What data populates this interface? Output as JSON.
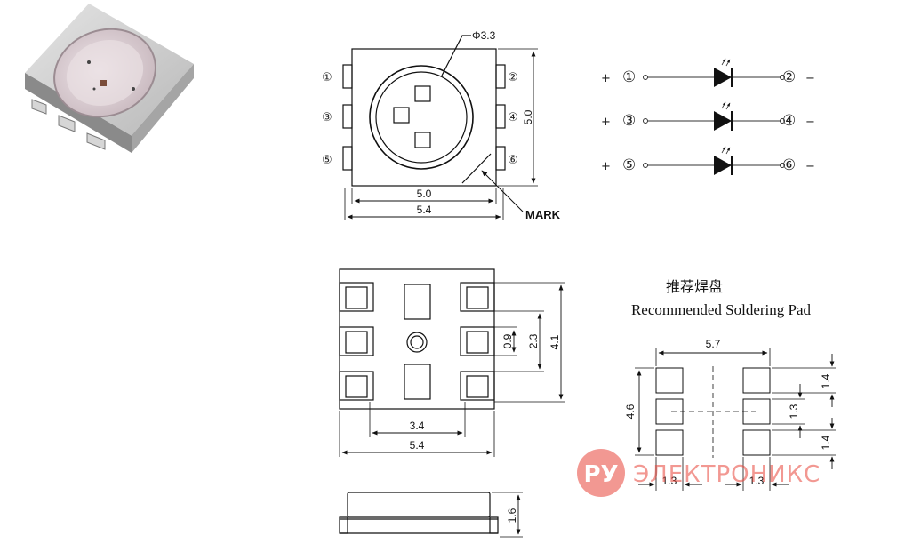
{
  "top_view": {
    "diameter_label": "Φ3.3",
    "height_label": "5.0",
    "inner_width_label": "5.0",
    "outer_width_label": "5.4",
    "mark_label": "MARK",
    "pin_labels": [
      "①",
      "③",
      "⑤",
      "②",
      "④",
      "⑥"
    ]
  },
  "schematic": {
    "rows": [
      {
        "plus": "+",
        "anode": "①",
        "cathode": "②",
        "minus": "−"
      },
      {
        "plus": "+",
        "anode": "③",
        "cathode": "④",
        "minus": "−"
      },
      {
        "plus": "+",
        "anode": "⑤",
        "cathode": "⑥",
        "minus": "−"
      }
    ]
  },
  "bottom_view": {
    "dim_09": "0.9",
    "dim_23": "2.3",
    "dim_41": "4.1",
    "dim_34": "3.4",
    "dim_54": "5.4"
  },
  "side_view": {
    "height_label": "1.6"
  },
  "solder_pad": {
    "title_cn": "推荐焊盘",
    "title_en": "Recommended Soldering Pad",
    "width_label": "5.7",
    "height_label": "4.6",
    "pad_top_label": "1.4",
    "pad_mid_label": "1.3",
    "pad_bottom_label": "1.4",
    "pad_left_width": "1.3",
    "pad_right_width": "1.3"
  },
  "watermark": {
    "badge": "РУ",
    "text": "ЭЛЕКТРОНИКС",
    "color": "#e8443a"
  }
}
